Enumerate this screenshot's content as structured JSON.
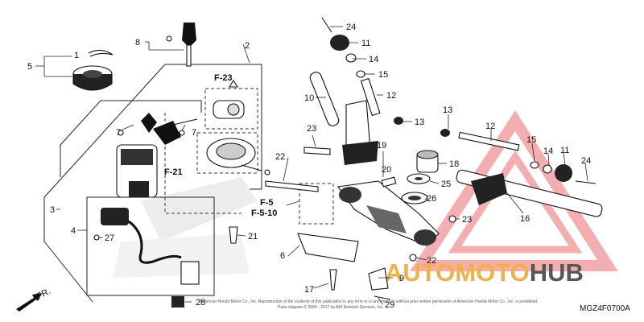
{
  "diagram": {
    "code": "MGZ4F0700A",
    "copyright_line1": "American Honda Motor Co., Inc. Reproduction of the contents of this publication in any form or in any medium without prior written permission of American Honda Motor Co., Inc. is prohibited.",
    "copyright_line2": "Parts diagram © 2004 - 2017 by ARI Network Services, Inc.",
    "front_label": "FR.",
    "refs": {
      "f23": "F-23",
      "f21": "F-21",
      "f5": "F-5",
      "f510": "F-5-10"
    },
    "parts": {
      "p1": "1",
      "p2": "2",
      "p3": "3",
      "p4": "4",
      "p5": "5",
      "p6": "6",
      "p7a": "7",
      "p7b": "7",
      "p8": "8",
      "p9": "9",
      "p10": "10",
      "p11a": "11",
      "p11b": "11",
      "p12a": "12",
      "p12b": "12",
      "p13a": "13",
      "p13b": "13",
      "p14a": "14",
      "p14b": "14",
      "p15a": "15",
      "p15b": "15",
      "p16": "16",
      "p17": "17",
      "p18": "18",
      "p19": "19",
      "p20": "20",
      "p21": "21",
      "p22a": "22",
      "p22b": "22",
      "p23a": "23",
      "p23b": "23",
      "p24a": "24",
      "p24b": "24",
      "p25": "25",
      "p26": "26",
      "p27": "27",
      "p28": "28",
      "p29": "29"
    }
  },
  "watermark": {
    "prefix": "AUTO",
    "middle": "MOTO",
    "suffix": "HUB",
    "colors": {
      "accent": "#f2a833",
      "dark": "#444444",
      "triangle": "#e23b3b"
    }
  }
}
